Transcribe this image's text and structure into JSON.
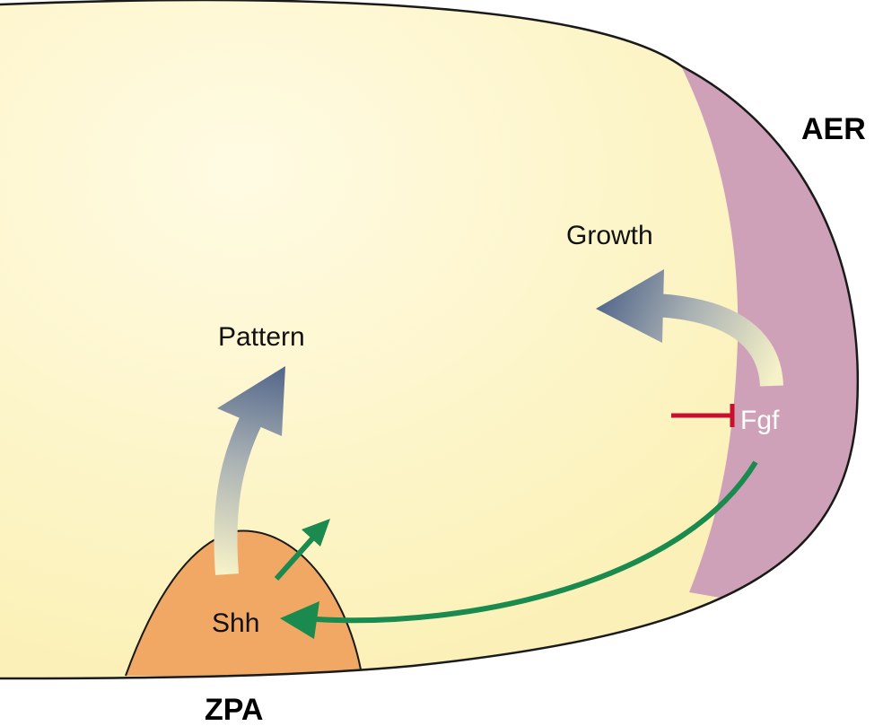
{
  "labels": {
    "aer": "AER",
    "zpa": "ZPA",
    "growth": "Growth",
    "pattern": "Pattern",
    "fgf": "Fgf",
    "shh": "Shh"
  },
  "colors": {
    "limb_bud": "#fbf1b8",
    "limb_bud_center": "#fffbe3",
    "aer": "#cfa1b9",
    "zpa": "#f0a864",
    "activation_arrow": "#1a8a4e",
    "inhibition": "#c8102e",
    "signal_arrow_tip": "#55698c",
    "signal_arrow_base": "#f6f2c8",
    "outline": "#1a1a1a"
  }
}
